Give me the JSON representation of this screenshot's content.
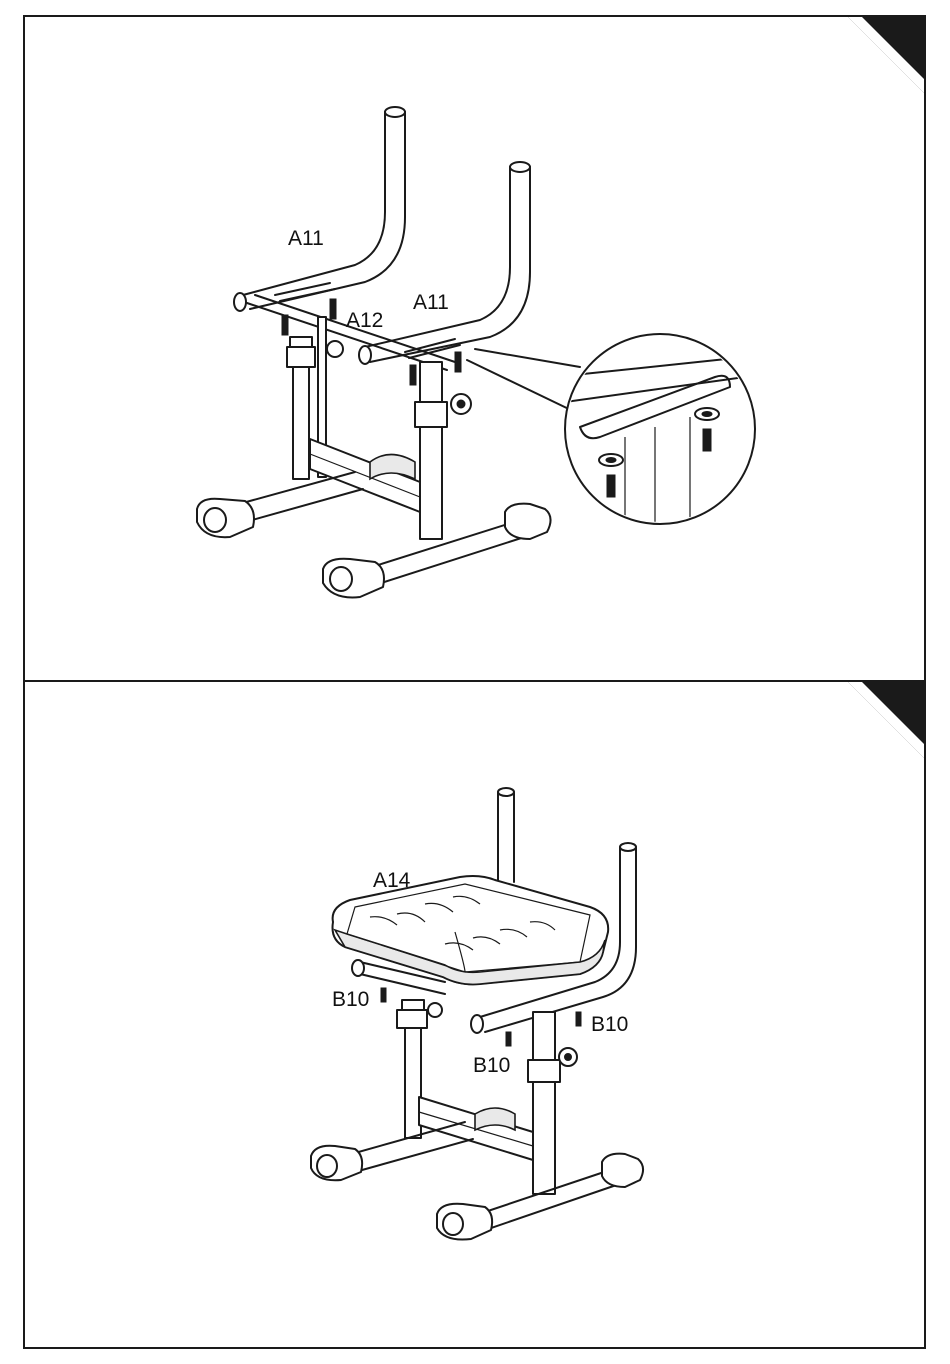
{
  "panels": [
    {
      "id": "step-frame-assembly",
      "labels": {
        "a11_left": "A11",
        "a11_right": "A11",
        "a12": "A12"
      }
    },
    {
      "id": "step-seat-attach",
      "labels": {
        "a14": "A14",
        "b10_left": "B10",
        "b10_right": "B10",
        "b10_center": "B10"
      }
    }
  ],
  "colors": {
    "line": "#1a1a1a",
    "corner_mark": "#1a1a1a",
    "background": "#ffffff"
  }
}
